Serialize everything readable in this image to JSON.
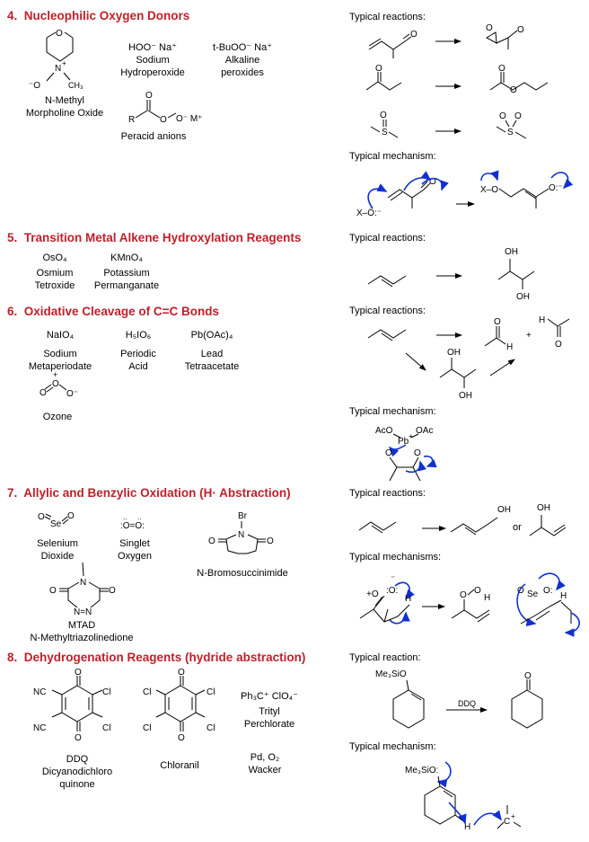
{
  "sections": [
    {
      "number": "4.",
      "title": "Nucleophilic Oxygen Donors",
      "reagents": [
        {
          "name_lines": [
            "N-Methyl",
            "Morpholine Oxide"
          ]
        },
        {
          "formula": "HOO⁻ Na⁺",
          "name_lines": [
            "Sodium",
            "Hydroperoxide"
          ]
        },
        {
          "formula": "t-BuOO⁻ Na⁺",
          "name_lines": [
            "Alkaline",
            "peroxides"
          ]
        },
        {
          "name_lines": [
            "Peracid anions"
          ]
        }
      ],
      "reactions_label": "Typical reactions:",
      "mechanism_label": "Typical mechanism:"
    },
    {
      "number": "5.",
      "title": "Transition Metal Alkene Hydroxylation Reagents",
      "reagents": [
        {
          "formula": "OsO₄",
          "name_lines": [
            "Osmium",
            "Tetroxide"
          ]
        },
        {
          "formula": "KMnO₄",
          "name_lines": [
            "Potassium",
            "Permanganate"
          ]
        }
      ],
      "reactions_label": "Typical reactions:"
    },
    {
      "number": "6.",
      "title": "Oxidative Cleavage of C=C Bonds",
      "reagents": [
        {
          "formula": "NaIO₄",
          "name_lines": [
            "Sodium",
            "Metaperiodate"
          ]
        },
        {
          "formula": "H₅IO₆",
          "name_lines": [
            "Periodic",
            "Acid"
          ]
        },
        {
          "formula": "Pb(OAc)₄",
          "name_lines": [
            "Lead",
            "Tetraacetate"
          ]
        },
        {
          "name_lines": [
            "Ozone"
          ]
        }
      ],
      "reactions_label": "Typical reactions:",
      "mechanism_label": "Typical mechanism:"
    },
    {
      "number": "7.",
      "title": "Allylic and Benzylic Oxidation (H· Abstraction)",
      "reagents": [
        {
          "name_lines": [
            "Selenium",
            "Dioxide"
          ]
        },
        {
          "name_lines": [
            "Singlet",
            "Oxygen"
          ]
        },
        {
          "name_lines": [
            "N-Bromosuccinimide"
          ]
        },
        {
          "name_lines": [
            "MTAD",
            "N-Methyltriazolinedione"
          ]
        }
      ],
      "reactions_label": "Typical reactions:",
      "mechanism_label": "Typical mechanisms:",
      "or_text": "or"
    },
    {
      "number": "8.",
      "title": "Dehydrogenation Reagents (hydride abstraction)",
      "reagents": [
        {
          "name_lines": [
            "DDQ",
            "Dicyanodichloro",
            "quinone"
          ]
        },
        {
          "name_lines": [
            "Chloranil"
          ]
        },
        {
          "formula": "Ph₃C⁺ ClO₄⁻",
          "name_lines": [
            "Trityl",
            "Perchlorate"
          ]
        },
        {
          "formula": "Pd, O₂",
          "name_lines": [
            "Wacker"
          ]
        }
      ],
      "reactions_label": "Typical reaction:",
      "mechanism_label": "Typical mechanism:",
      "arrow_reagent": "DDQ"
    }
  ]
}
